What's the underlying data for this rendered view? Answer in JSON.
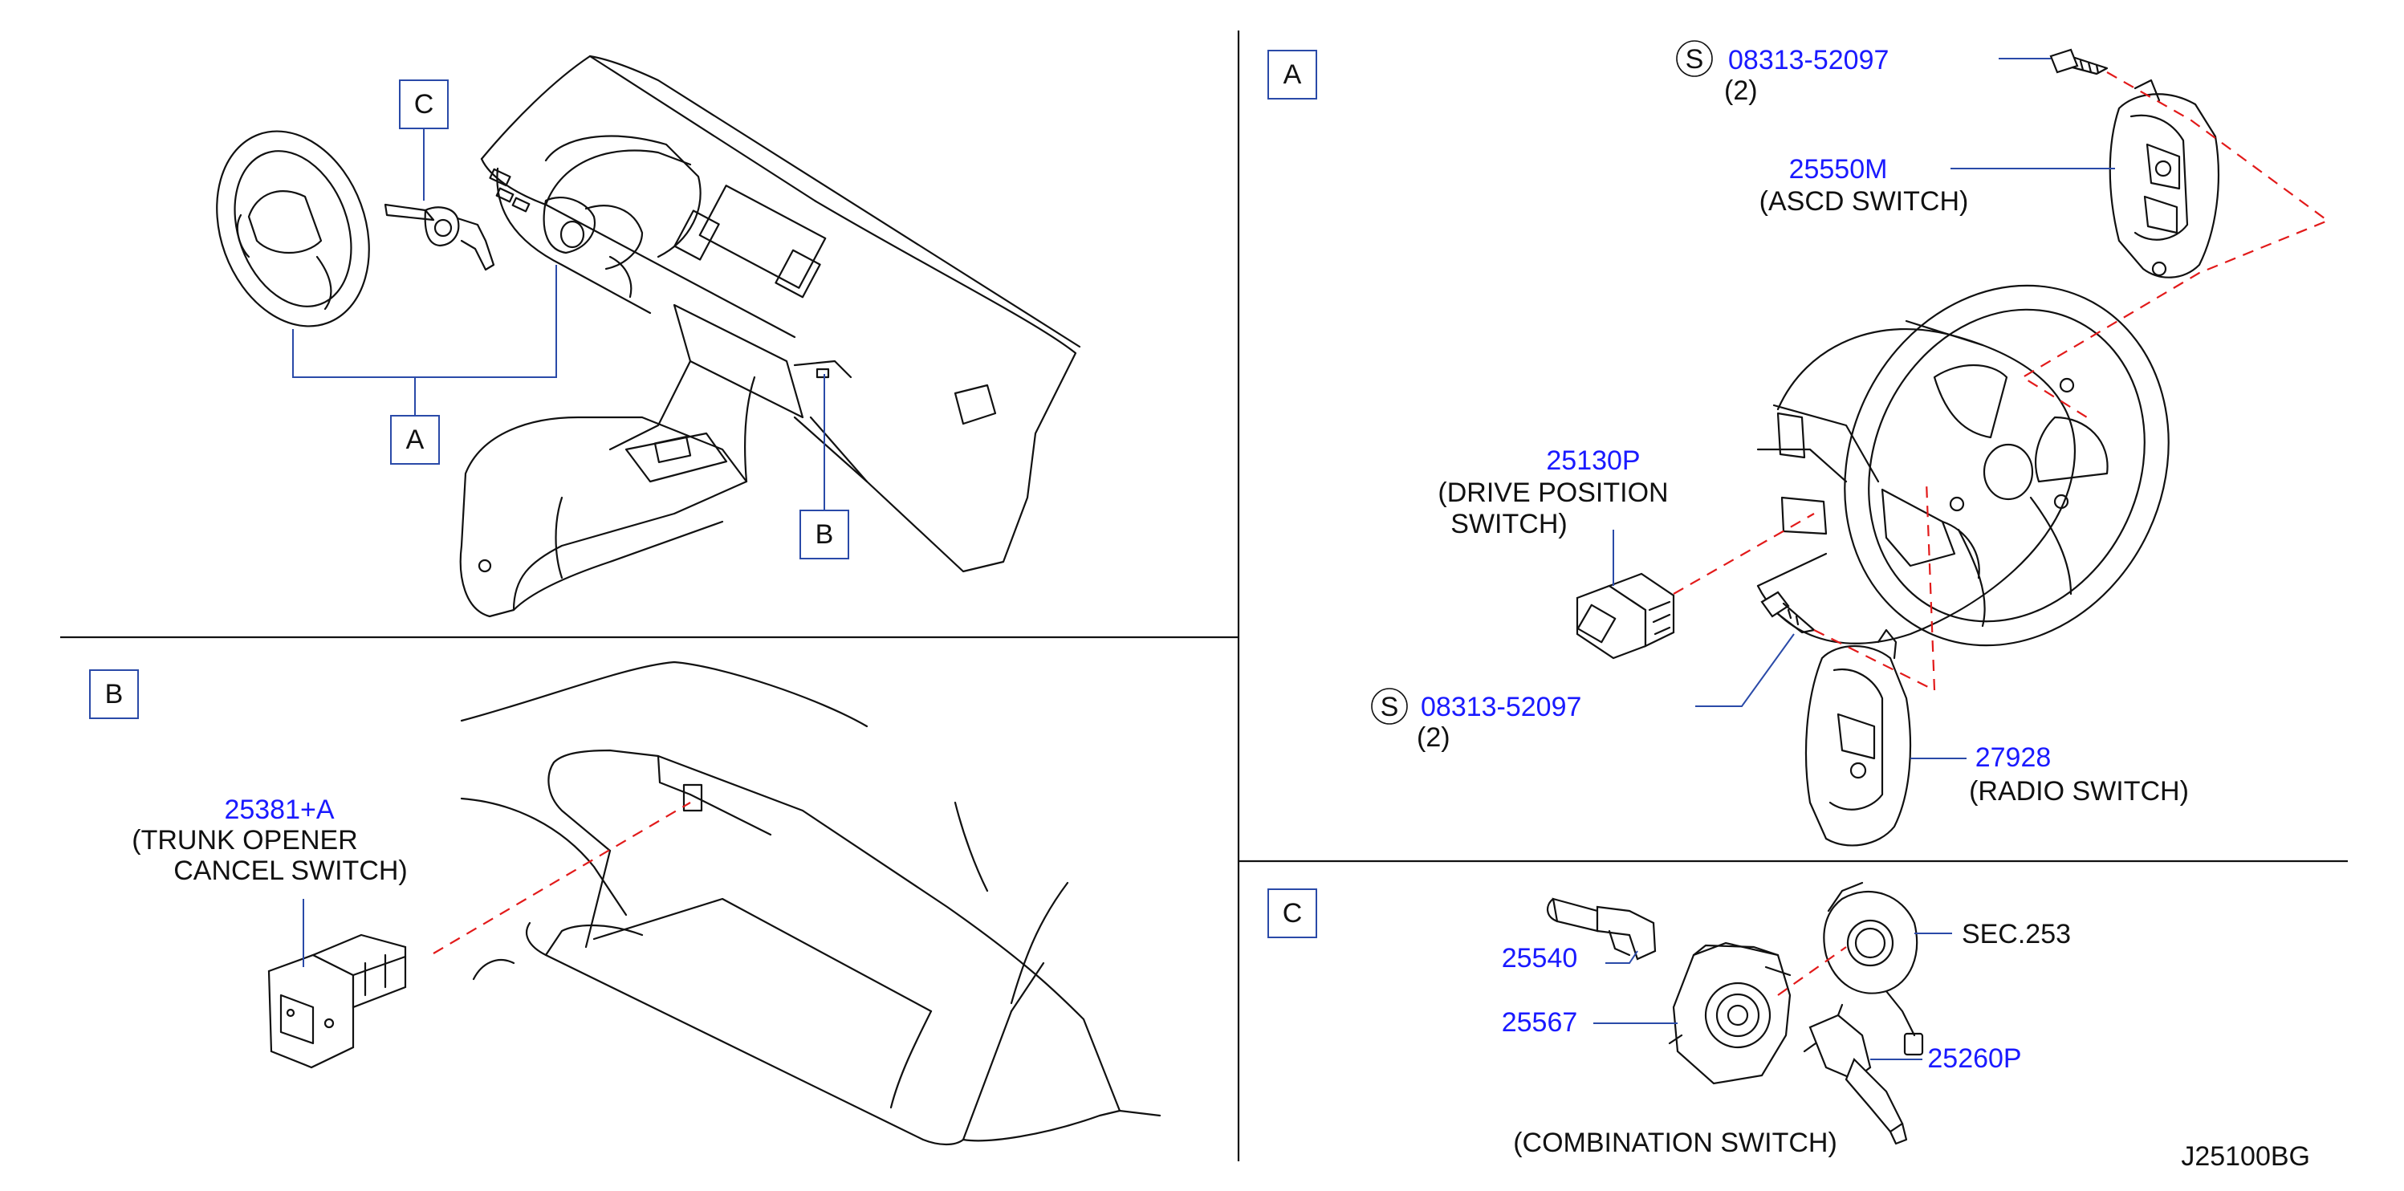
{
  "overview": {
    "callouts": [
      "A",
      "B",
      "C"
    ]
  },
  "panel_a": {
    "label": "A",
    "ascd_screw": {
      "symbol": "S",
      "part_no": "08313-52097",
      "qty": "(2)"
    },
    "ascd_switch": {
      "part_no": "25550M",
      "name": "(ASCD   SWITCH)"
    },
    "drive_position_switch": {
      "part_no": "25130P",
      "name_line1": "(DRIVE   POSITION",
      "name_line2": "SWITCH)"
    },
    "radio_screw": {
      "symbol": "S",
      "part_no": "08313-52097",
      "qty": "(2)"
    },
    "radio_switch": {
      "part_no": "27928",
      "name": "(RADIO   SWITCH)"
    }
  },
  "panel_b": {
    "label": "B",
    "trunk_switch": {
      "part_no": "25381+A",
      "name_line1": "(TRUNK   OPENER",
      "name_line2": "CANCEL   SWITCH)"
    }
  },
  "panel_c": {
    "label": "C",
    "parts": {
      "p25540": "25540",
      "p25567": "25567",
      "p25260p": "25260P",
      "sec": "SEC.253"
    },
    "caption": "(COMBINATION   SWITCH)"
  },
  "diagram_code": "J25100BG",
  "colors": {
    "part_number": "#1a1aff",
    "leader": "#2a4aa8",
    "dashed_guide": "#e21a1a",
    "line_art": "#111111"
  }
}
